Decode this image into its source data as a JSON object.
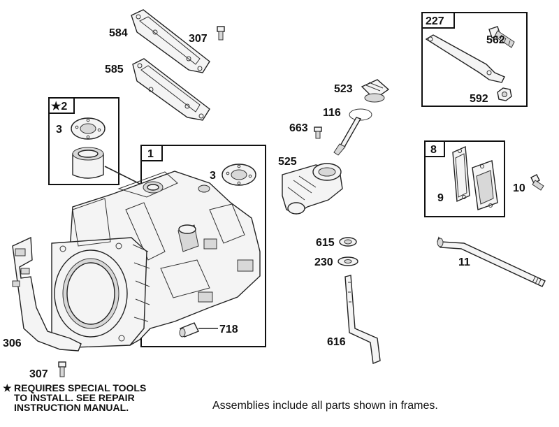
{
  "labels": {
    "p584": "584",
    "p307a": "307",
    "p585": "585",
    "frame2": "★2",
    "p3a": "3",
    "frame1": "1",
    "p3b": "3",
    "p306": "306",
    "p307b": "307",
    "p718": "718",
    "p523": "523",
    "p116": "116",
    "p663": "663",
    "p525": "525",
    "p615": "615",
    "p230": "230",
    "p616": "616",
    "frame227": "227",
    "p562": "562",
    "p592": "592",
    "frame8": "8",
    "p9": "9",
    "p10": "10",
    "p11": "11"
  },
  "note": {
    "star": "★",
    "lines": [
      "REQUIRES SPECIAL TOOLS",
      "TO INSTALL.  SEE REPAIR",
      "INSTRUCTION MANUAL."
    ]
  },
  "caption": "Assemblies include all parts shown in frames."
}
